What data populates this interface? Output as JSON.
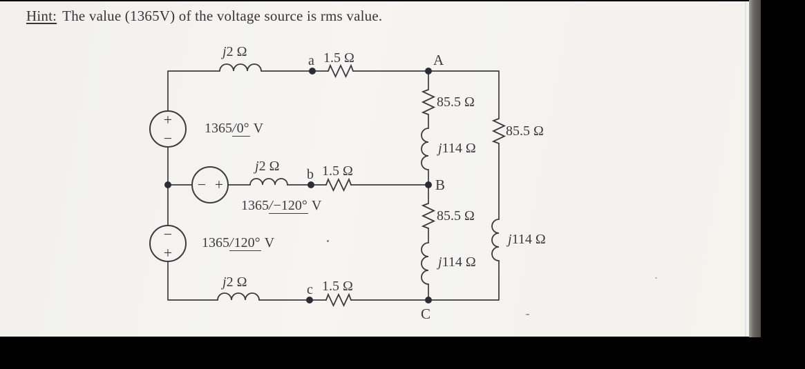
{
  "hint": {
    "label": "Hint:",
    "text": "The value (1365V) of the voltage source is rms value."
  },
  "notation": {
    "angle_symbol": "/"
  },
  "circuit": {
    "sources": {
      "phase_a": {
        "magnitude": "1365",
        "angle": "0°",
        "unit": "V",
        "plus": "+",
        "minus": "−"
      },
      "phase_b": {
        "magnitude": "1365",
        "angle": "−120°",
        "unit": "V",
        "plus": "+",
        "minus": "−"
      },
      "phase_c": {
        "magnitude": "1365",
        "angle": "120°",
        "unit": "V",
        "plus": "+",
        "minus": "−"
      }
    },
    "lines": {
      "top": {
        "inductor_prefix": "j",
        "inductor_value": "2 Ω",
        "node": "a",
        "resistor": "1.5 Ω",
        "end_node": "A"
      },
      "middle": {
        "inductor_prefix": "j",
        "inductor_value": "2 Ω",
        "node": "b",
        "resistor": "1.5 Ω",
        "end_node": "B"
      },
      "bottom": {
        "inductor_prefix": "j",
        "inductor_value": "2 Ω",
        "node": "c",
        "resistor": "1.5 Ω",
        "end_node": "C"
      }
    },
    "loads": {
      "ab": {
        "resistor": "85.5 Ω",
        "inductor_prefix": "j",
        "inductor_value": "114 Ω"
      },
      "bc": {
        "resistor": "85.5 Ω",
        "inductor_prefix": "j",
        "inductor_value": "114 Ω"
      },
      "ca": {
        "resistor": "85.5 Ω",
        "inductor_prefix": "j",
        "inductor_value": "114 Ω"
      }
    }
  },
  "colors": {
    "ink": "#3c3a40",
    "paper": "#f4f3ef",
    "frame": "#000000",
    "edge_shadow": "#6a6764"
  }
}
